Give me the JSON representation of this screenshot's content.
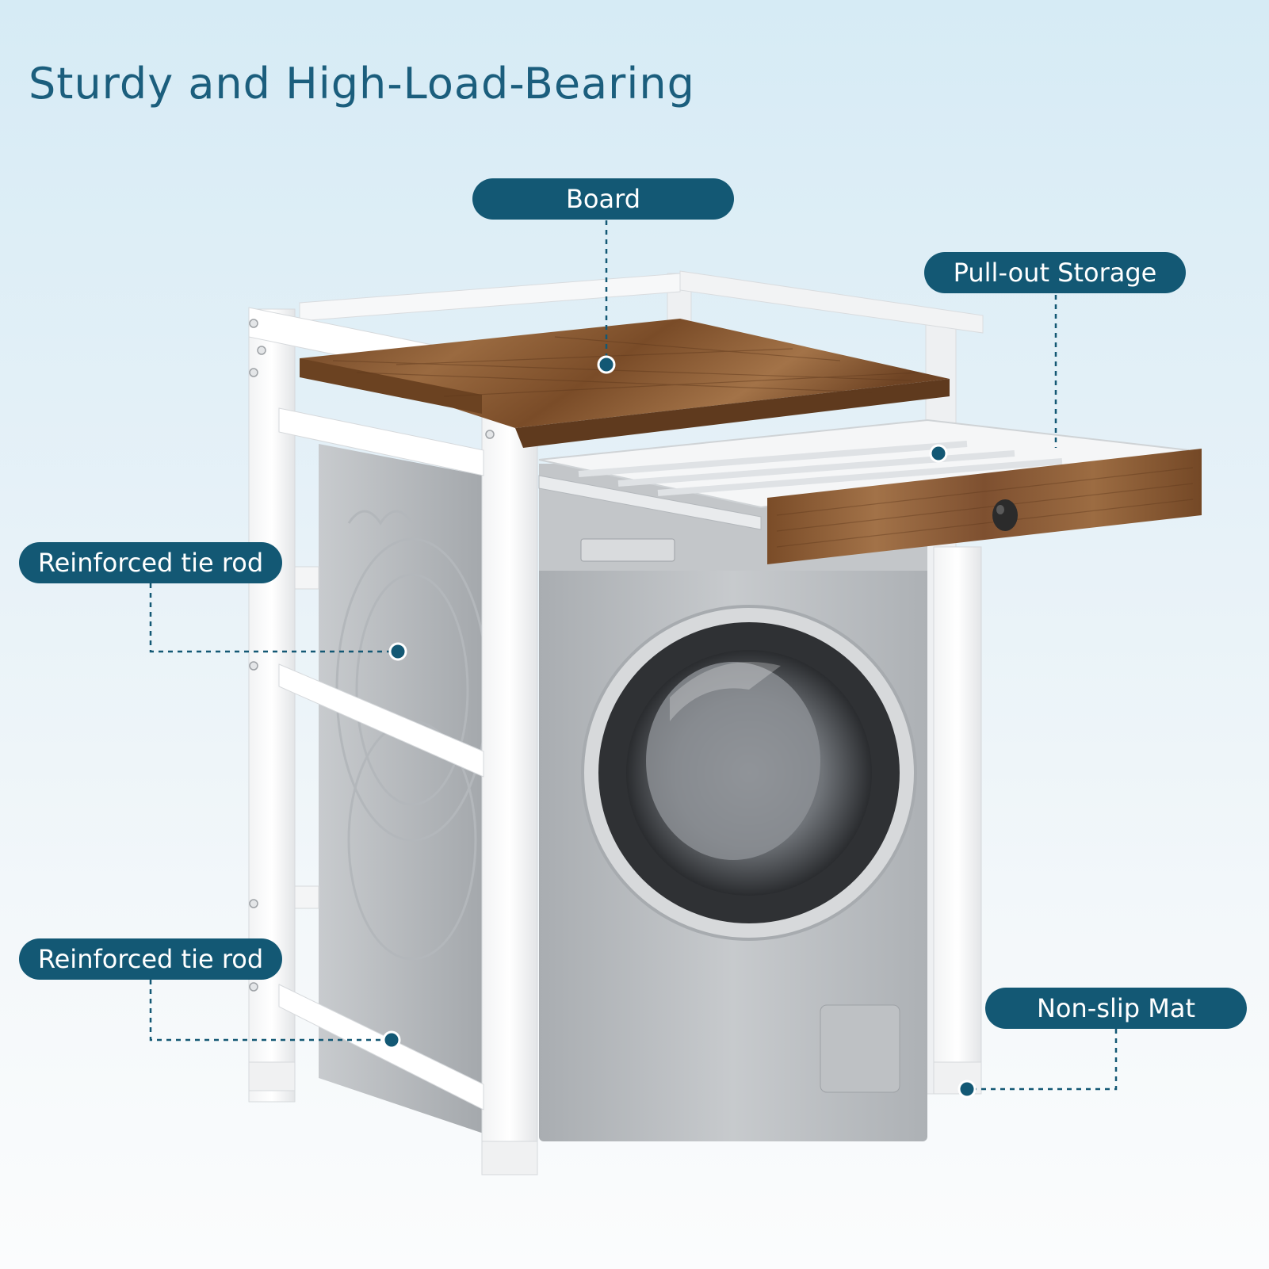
{
  "page": {
    "title": "Sturdy and High-Load-Bearing"
  },
  "callouts": {
    "board": "Board",
    "pull_out_storage": "Pull-out Storage",
    "tie_rod_upper": "Reinforced tie rod",
    "tie_rod_lower": "Reinforced tie rod",
    "non_slip_mat": "Non-slip Mat"
  },
  "colors": {
    "title_text": "#1b5e7d",
    "label_bg": "#135874",
    "wood": "#8a5a33",
    "frame": "#ffffff",
    "washer": "#b9bcbf"
  },
  "icons": {
    "product": "laundry-rack-over-washer",
    "knob": "drawer-knob-icon"
  }
}
